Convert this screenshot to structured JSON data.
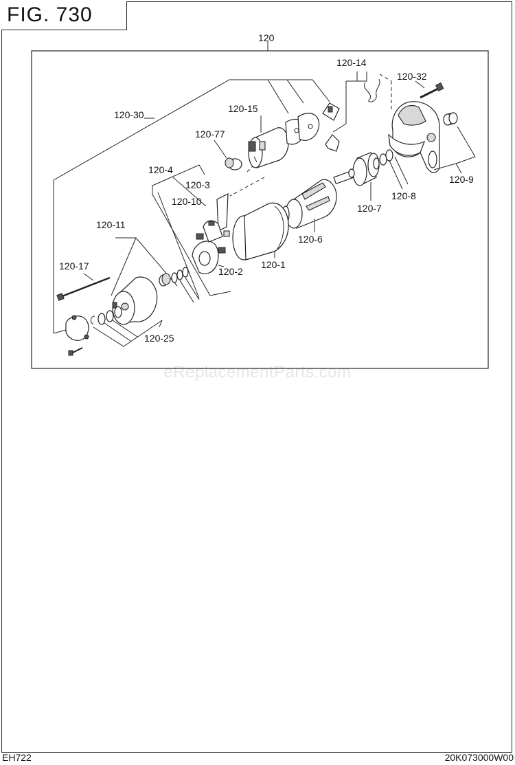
{
  "figure": {
    "title": "FIG. 730"
  },
  "footer": {
    "model": "EH722",
    "code": "20K073000W00"
  },
  "watermark": "eReplacementParts.com",
  "callouts": {
    "c120": "120",
    "c120_14": "120-14",
    "c120_32": "120-32",
    "c120_30": "120-30",
    "c120_15": "120-15",
    "c120_77": "120-77",
    "c120_4": "120-4",
    "c120_3": "120-3",
    "c120_10": "120-10",
    "c120_11": "120-11",
    "c120_17": "120-17",
    "c120_2": "120-2",
    "c120_1": "120-1",
    "c120_6": "120-6",
    "c120_7": "120-7",
    "c120_8": "120-8",
    "c120_9": "120-9",
    "c120_25": "120-25"
  }
}
